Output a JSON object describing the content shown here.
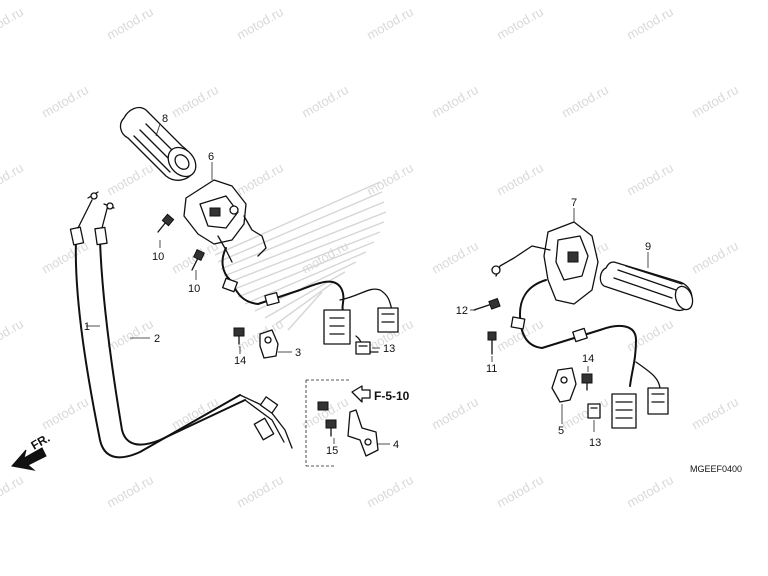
{
  "watermark": "motod.ru",
  "diagram_code": "MGEEF0400",
  "direction_label": "FR.",
  "reference": "F-5-10",
  "callouts": [
    {
      "id": "c1",
      "text": "1"
    },
    {
      "id": "c2",
      "text": "2"
    },
    {
      "id": "c3",
      "text": "3"
    },
    {
      "id": "c4",
      "text": "4"
    },
    {
      "id": "c5",
      "text": "5"
    },
    {
      "id": "c6",
      "text": "6"
    },
    {
      "id": "c7",
      "text": "7"
    },
    {
      "id": "c8",
      "text": "8"
    },
    {
      "id": "c9",
      "text": "9"
    },
    {
      "id": "c10a",
      "text": "10"
    },
    {
      "id": "c10b",
      "text": "10"
    },
    {
      "id": "c11",
      "text": "11"
    },
    {
      "id": "c12",
      "text": "12"
    },
    {
      "id": "c13a",
      "text": "13"
    },
    {
      "id": "c13b",
      "text": "13"
    },
    {
      "id": "c14a",
      "text": "14"
    },
    {
      "id": "c14b",
      "text": "14"
    },
    {
      "id": "c15",
      "text": "15"
    }
  ]
}
